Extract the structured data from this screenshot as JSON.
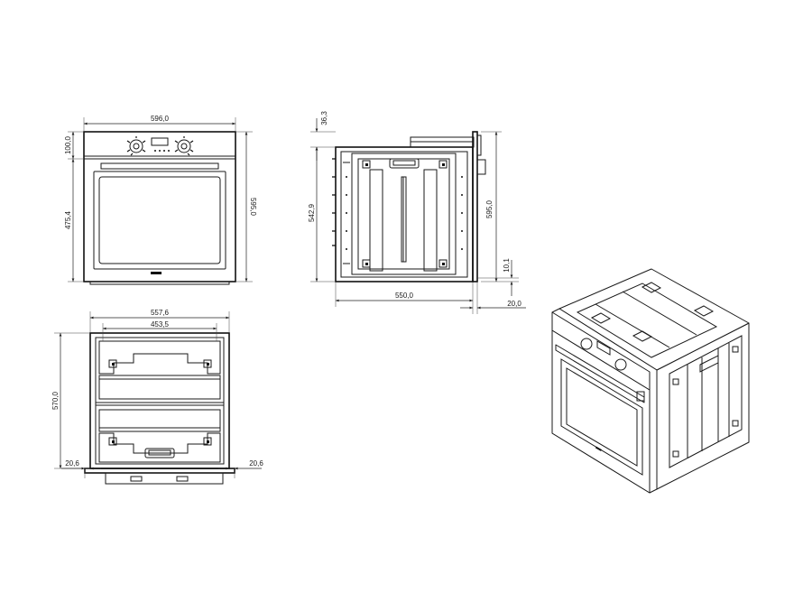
{
  "dimensions": {
    "front_width": "596,0",
    "panel_height": "100,0",
    "door_height": "475,4",
    "front_height": "595,0",
    "side_top_offset": "36,3",
    "side_cavity_height": "542,9",
    "side_height": "595,0",
    "side_bottom_offset": "10,1",
    "side_depth": "550,0",
    "side_door_thickness": "20,0",
    "top_outer_width": "557,6",
    "top_inner_width": "453,5",
    "top_depth": "570,0",
    "top_left_offset": "20,6",
    "top_right_offset": "20,6"
  },
  "views": [
    "front-view",
    "side-view",
    "top-view",
    "isometric-view"
  ]
}
